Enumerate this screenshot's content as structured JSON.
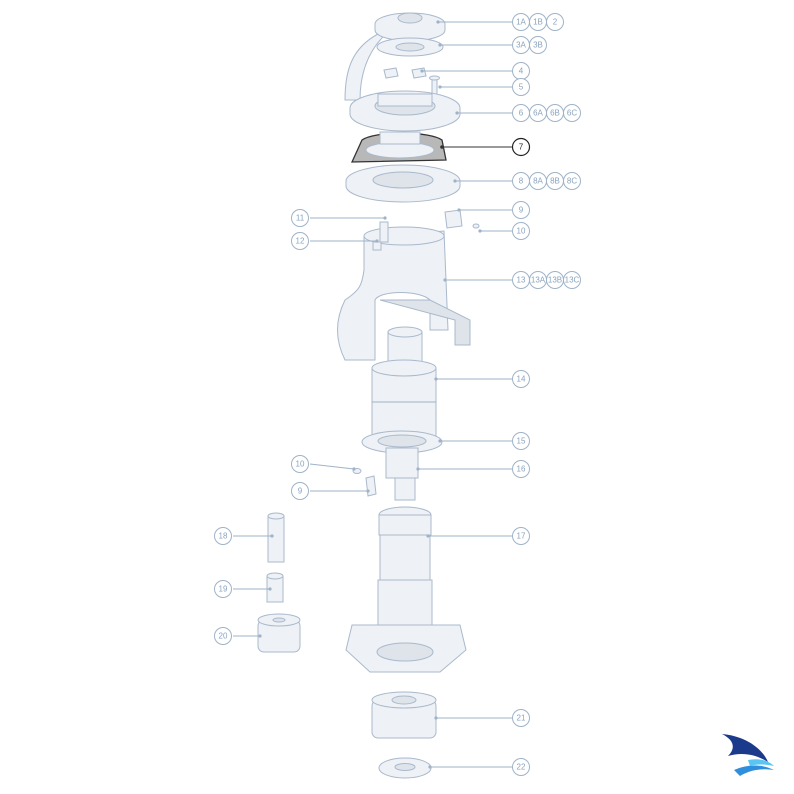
{
  "callouts": [
    {
      "labels": [
        "1A",
        "1B",
        "2"
      ],
      "highlight": false
    },
    {
      "labels": [
        "3A",
        "3B"
      ],
      "highlight": false
    },
    {
      "labels": [
        "4"
      ],
      "highlight": false
    },
    {
      "labels": [
        "5"
      ],
      "highlight": false
    },
    {
      "labels": [
        "6",
        "6A",
        "6B",
        "6C"
      ],
      "highlight": false
    },
    {
      "labels": [
        "7"
      ],
      "highlight": true
    },
    {
      "labels": [
        "8",
        "8A",
        "8B",
        "8C"
      ],
      "highlight": false
    },
    {
      "labels": [
        "9"
      ],
      "highlight": false
    },
    {
      "labels": [
        "10"
      ],
      "highlight": false
    },
    {
      "labels": [
        "11"
      ],
      "highlight": false
    },
    {
      "labels": [
        "12"
      ],
      "highlight": false
    },
    {
      "labels": [
        "13",
        "13A",
        "13B",
        "13C"
      ],
      "highlight": false
    },
    {
      "labels": [
        "14"
      ],
      "highlight": false
    },
    {
      "labels": [
        "15"
      ],
      "highlight": false
    },
    {
      "labels": [
        "16"
      ],
      "highlight": false
    },
    {
      "labels": [
        "10"
      ],
      "highlight": false
    },
    {
      "labels": [
        "9"
      ],
      "highlight": false
    },
    {
      "labels": [
        "17"
      ],
      "highlight": false
    },
    {
      "labels": [
        "18"
      ],
      "highlight": false
    },
    {
      "labels": [
        "19"
      ],
      "highlight": false
    },
    {
      "labels": [
        "20"
      ],
      "highlight": false
    },
    {
      "labels": [
        "21"
      ],
      "highlight": false
    },
    {
      "labels": [
        "22"
      ],
      "highlight": false
    }
  ],
  "logo": {
    "icon": "sail-swoosh-icon",
    "colors": [
      "#1b3a8c",
      "#2f8fdd",
      "#5cc6f2"
    ]
  },
  "colors": {
    "part_fill": "#eef1f5",
    "outline": "#a9b9cc",
    "leader": "#9fb3c8",
    "highlight_fill": "#b8b8b8",
    "highlight_stroke": "#333333"
  }
}
